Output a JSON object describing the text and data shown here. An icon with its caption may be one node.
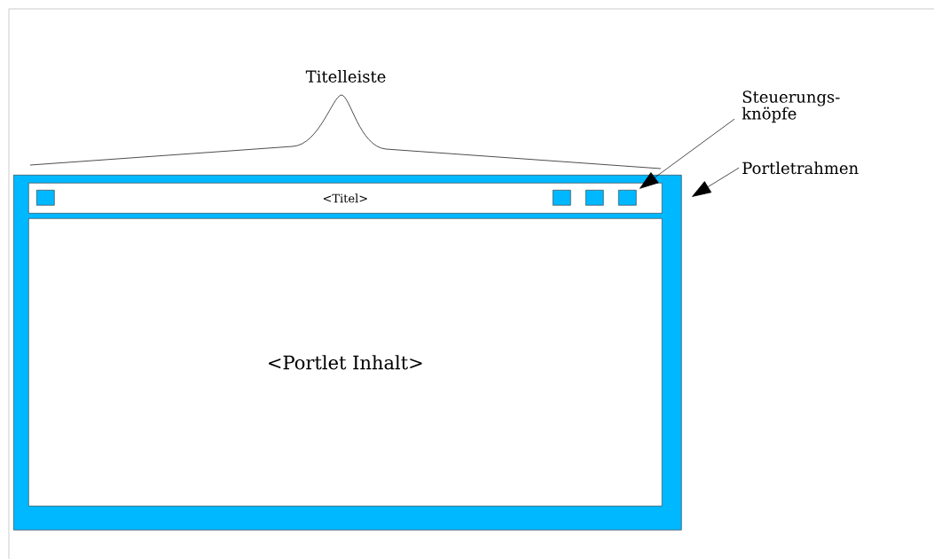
{
  "diagram": {
    "nodes": [
      {
        "text": [],
        "shape": "box"
      },
      {
        "text": [
          "<Titel>"
        ],
        "in": 0
      },
      {
        "text": [],
        "shape": "box",
        "in": 1
      },
      {
        "text": [],
        "shape": "box",
        "in": 1
      },
      {
        "text": [],
        "shape": "box",
        "in": 1
      },
      {
        "text": [],
        "shape": "box",
        "in": 1
      },
      {
        "text": [
          "<Portlet Inhalt>"
        ],
        "in": 0
      },
      {
        "text": [
          "Steuerungs- knöpfe"
        ]
      },
      {
        "text": [
          "Portletrahmen"
        ]
      }
    ],
    "edges": [
      {
        "from": 7,
        "to": 5,
        "arrow": "to"
      },
      {
        "from": 8,
        "to": 0,
        "arrow": "to"
      }
    ],
    "labels": [
      "Titelleiste"
    ]
  }
}
